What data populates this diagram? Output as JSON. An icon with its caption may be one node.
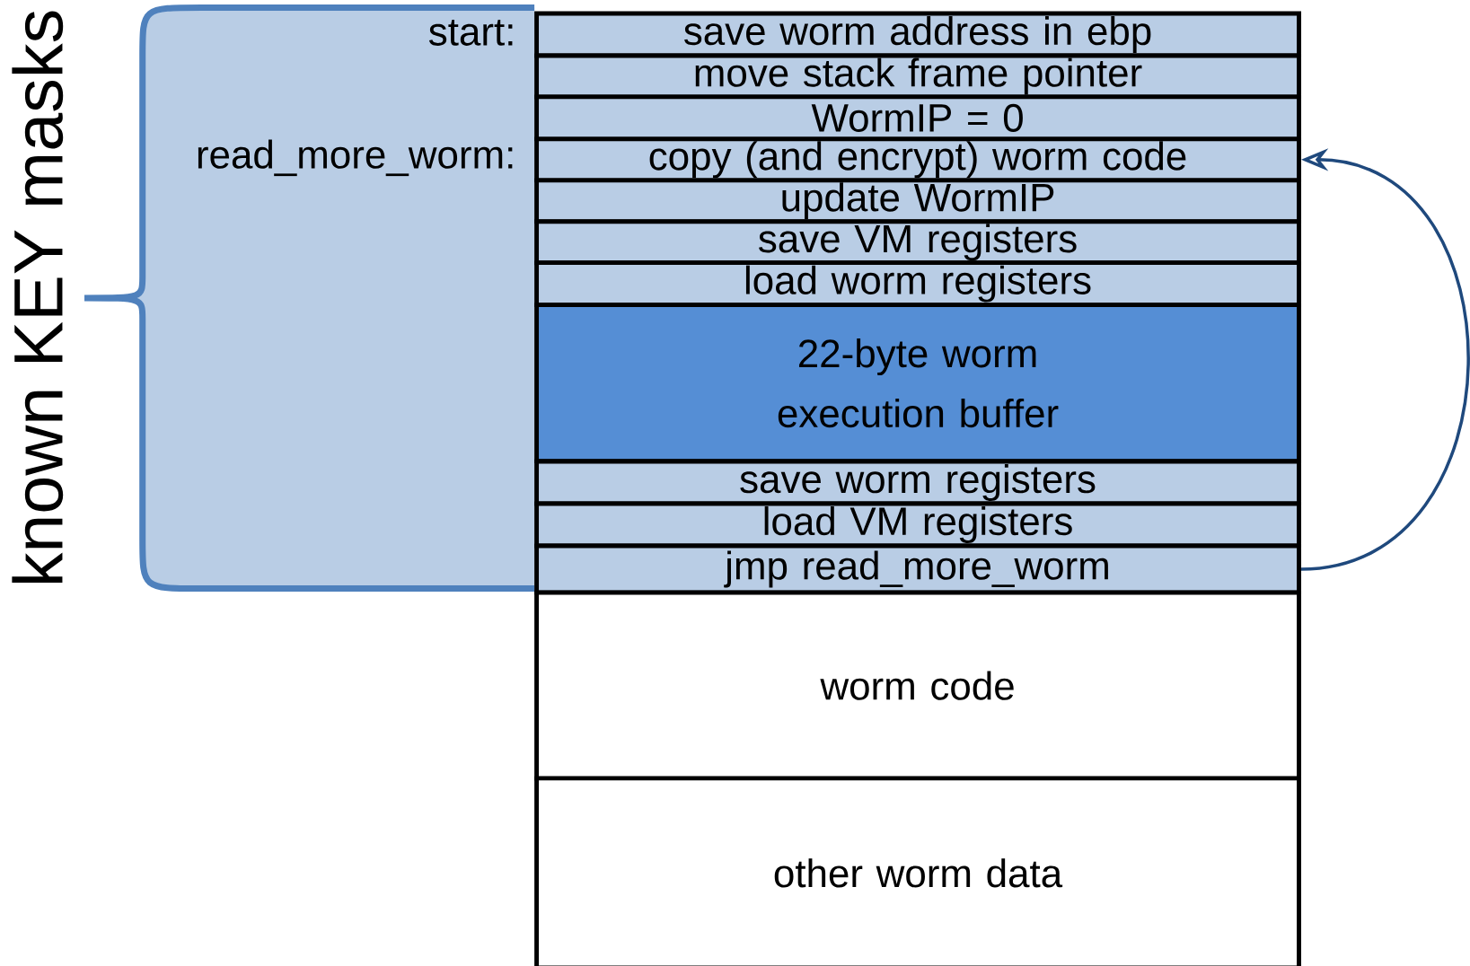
{
  "diagram": {
    "nodes": [
      {
        "text": [
          "save worm address in ebp"
        ],
        "beside": [
          "start:"
        ]
      },
      {
        "text": [
          "move stack frame pointer"
        ]
      },
      {
        "text": [
          "WormIP = 0"
        ]
      },
      {
        "text": [
          "copy (and encrypt) worm code"
        ],
        "beside": [
          "read_more_worm:"
        ]
      },
      {
        "text": [
          "update WormIP"
        ]
      },
      {
        "text": [
          "save VM registers"
        ]
      },
      {
        "text": [
          "load worm registers"
        ]
      },
      {
        "text": [
          "22-byte worm execution buffer"
        ]
      },
      {
        "text": [
          "save worm registers"
        ]
      },
      {
        "text": [
          "load VM registers"
        ]
      },
      {
        "text": [
          "jmp read_more_worm"
        ]
      },
      {
        "text": [
          "worm code"
        ]
      },
      {
        "text": [
          "other worm data"
        ]
      }
    ],
    "edges": [
      {
        "from": 10,
        "to": 3,
        "arrow": "to"
      }
    ],
    "labels": [
      "known KEY masks"
    ]
  }
}
